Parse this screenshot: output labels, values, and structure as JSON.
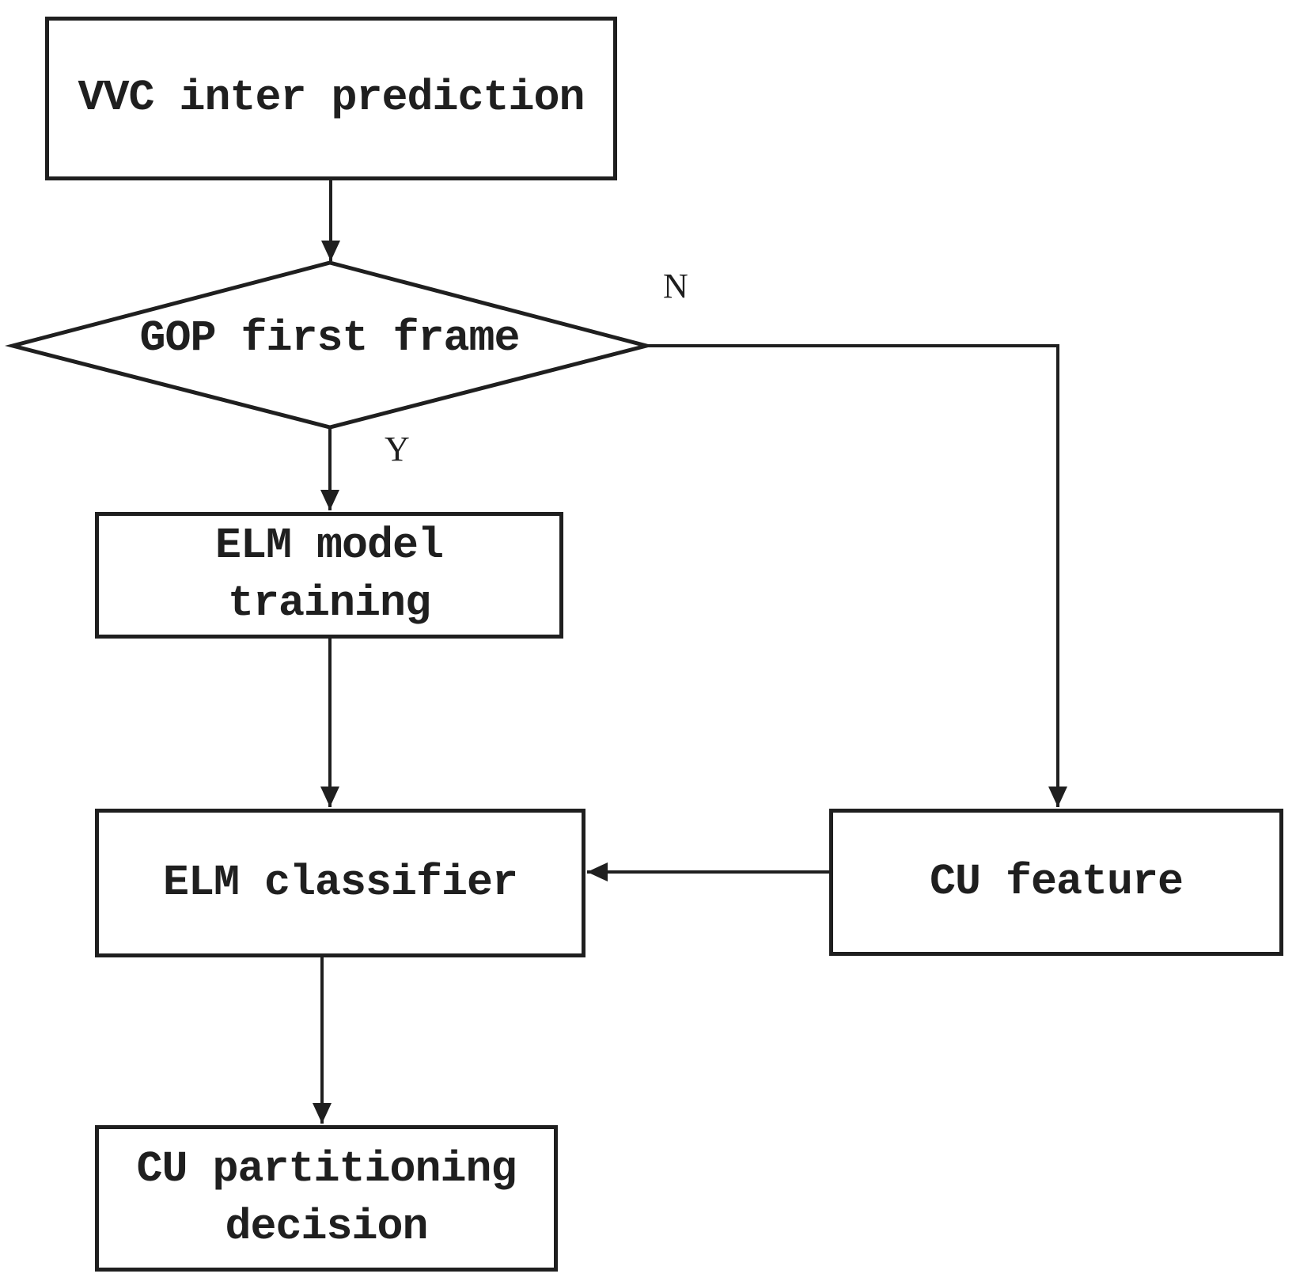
{
  "figure": {
    "type": "flowchart",
    "background": "#ffffff",
    "line_color": "#1f1f1f",
    "nodes": {
      "vvc": {
        "shape": "process",
        "lines": [
          "VVC inter prediction"
        ]
      },
      "gop": {
        "shape": "decision",
        "lines": [
          "GOP first frame"
        ]
      },
      "training": {
        "shape": "process",
        "lines": [
          "ELM model",
          "training"
        ]
      },
      "classifier": {
        "shape": "process",
        "lines": [
          "ELM classifier"
        ]
      },
      "feature": {
        "shape": "process",
        "lines": [
          "CU feature"
        ]
      },
      "partition": {
        "shape": "process",
        "lines": [
          "CU partitioning",
          "decision"
        ]
      }
    },
    "branch_labels": {
      "no": "N",
      "yes": "Y"
    },
    "edges": [
      "vvc -> gop",
      "gop -N-> feature",
      "gop -Y-> training",
      "training -> classifier",
      "feature -> classifier",
      "classifier -> partition"
    ]
  }
}
